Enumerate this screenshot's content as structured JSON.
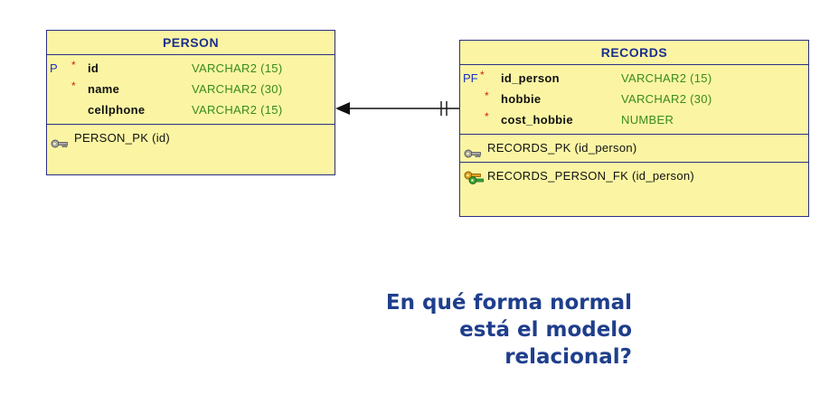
{
  "entities": {
    "person": {
      "title": "PERSON",
      "columns": [
        {
          "flag": "P",
          "required": "*",
          "name": "id",
          "type": "VARCHAR2 (15)"
        },
        {
          "flag": "",
          "required": "*",
          "name": "name",
          "type": "VARCHAR2 (30)"
        },
        {
          "flag": "",
          "required": "",
          "name": "cellphone",
          "type": "VARCHAR2 (15)"
        }
      ],
      "keys": [
        {
          "icon": "primary-key-icon",
          "label": "PERSON_PK (id)"
        }
      ]
    },
    "records": {
      "title": "RECORDS",
      "columns": [
        {
          "flag": "PF",
          "required": "*",
          "name": "id_person",
          "type": "VARCHAR2 (15)"
        },
        {
          "flag": "",
          "required": "*",
          "name": "hobbie",
          "type": "VARCHAR2 (30)"
        },
        {
          "flag": "",
          "required": "*",
          "name": "cost_hobbie",
          "type": "NUMBER"
        }
      ],
      "keys": [
        {
          "icon": "primary-key-icon",
          "label": "RECORDS_PK (id_person)"
        },
        {
          "icon": "foreign-key-icon",
          "label": "RECORDS_PERSON_FK (id_person)"
        }
      ]
    }
  },
  "question": {
    "line1": "En qué forma normal",
    "line2": "está el modelo",
    "line3": "relacional?"
  },
  "colors": {
    "entity_fill": "#fbf5a3",
    "entity_border": "#2b2f86",
    "title_text": "#1b2f8f",
    "type_text": "#3a8a1e",
    "required_mark": "#d01c1c",
    "question_text": "#1f3e8c"
  }
}
